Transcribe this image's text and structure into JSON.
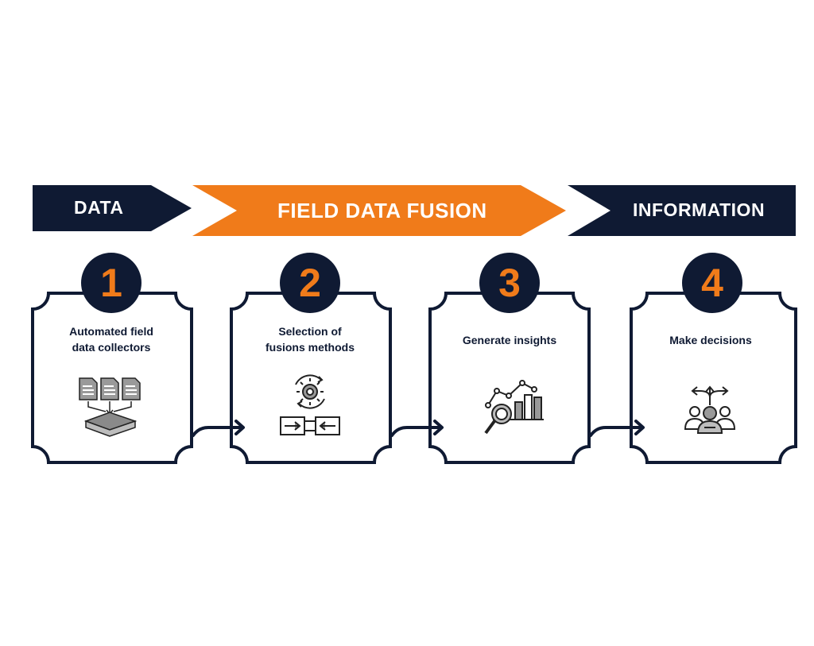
{
  "colors": {
    "navy": "#0f1a33",
    "orange": "#f07b1a",
    "icon_gray": "#8a8a8a",
    "background": "#ffffff"
  },
  "banners": {
    "data": "DATA",
    "fusion": "FIELD DATA FUSION",
    "information": "INFORMATION"
  },
  "steps": [
    {
      "number": "1",
      "title": "Automated field\ndata collectors",
      "icon": "documents-to-tray-icon"
    },
    {
      "number": "2",
      "title": "Selection of\nfusions methods",
      "icon": "gear-merge-arrows-icon"
    },
    {
      "number": "3",
      "title": "Generate insights",
      "icon": "analytics-magnifier-icon"
    },
    {
      "number": "4",
      "title": "Make decisions",
      "icon": "decision-arrows-people-icon"
    }
  ]
}
